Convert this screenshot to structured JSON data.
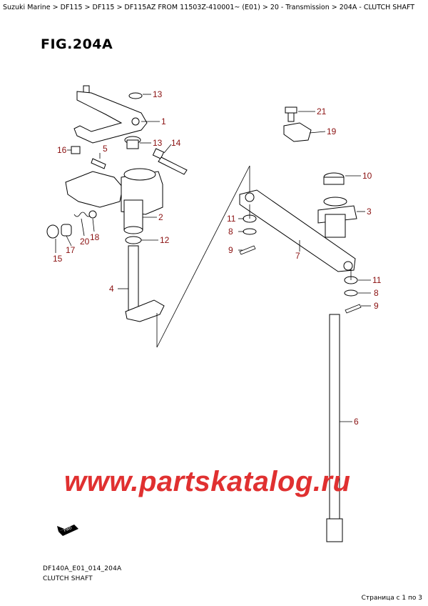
{
  "breadcrumb": [
    "Suzuki Marine",
    "DF115",
    "DF115",
    "DF115AZ FROM 11503Z-410001~ (E01)",
    "20 - Transmission",
    "204A - CLUTCH SHAFT"
  ],
  "breadcrumb_separator": ">",
  "fig_title": "FIG.204A",
  "diagram_code": "DF140A_E01_014_204A",
  "diagram_name": "CLUTCH SHAFT",
  "watermark": "www.partskatalog.ru",
  "page_info": "Страница с 1 по 3",
  "fwd_label": "FWD",
  "callout_color": "#8a1010",
  "callouts": [
    "13",
    "1",
    "13",
    "14",
    "16",
    "5",
    "2",
    "12",
    "15",
    "17",
    "20",
    "18",
    "4",
    "21",
    "19",
    "10",
    "3",
    "11",
    "8",
    "9",
    "7",
    "11",
    "8",
    "9",
    "6"
  ]
}
